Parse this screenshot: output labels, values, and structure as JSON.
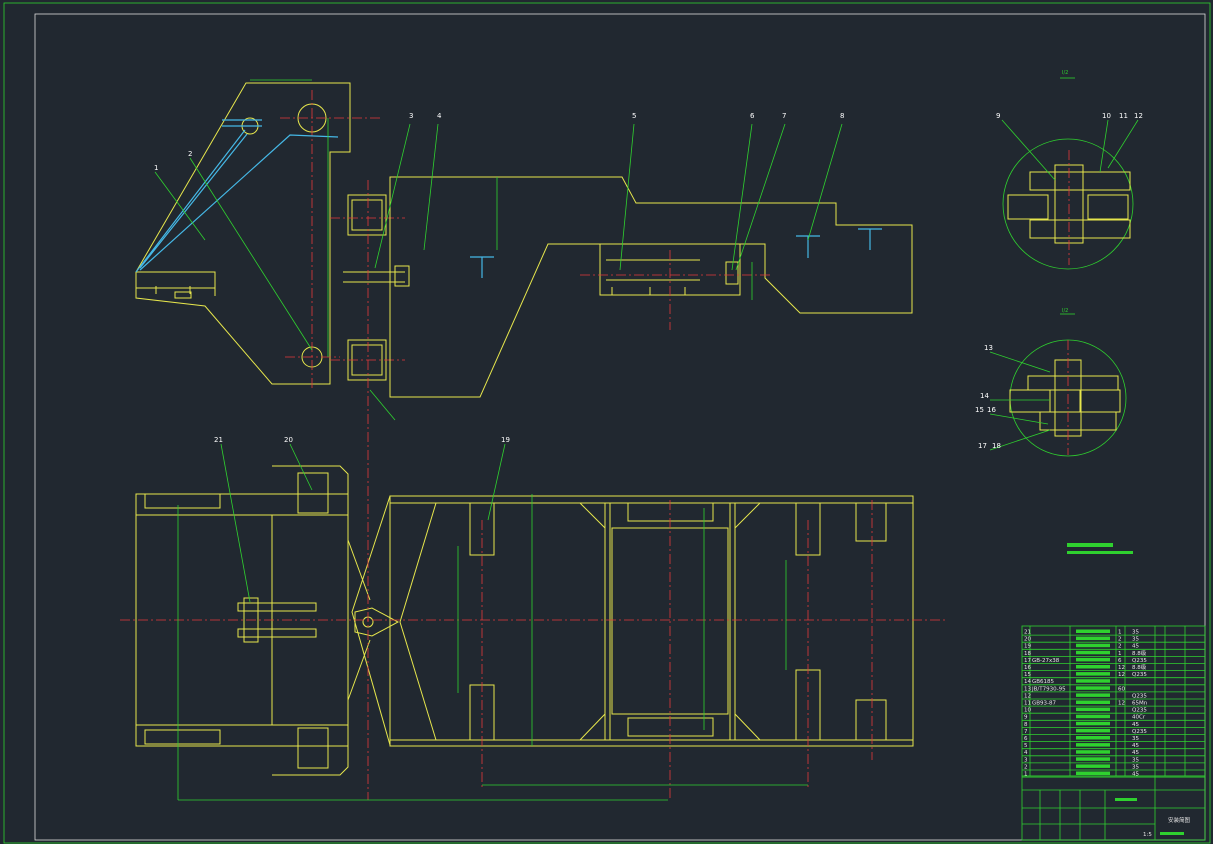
{
  "drawing": {
    "colors": {
      "background": "#212830",
      "outline": "#e6e64c",
      "dimension": "#2fd12f",
      "centerline": "#e23a3a",
      "cylinder": "#45b8e6",
      "text": "#ffffff"
    },
    "part_labels": [
      "1",
      "2",
      "3",
      "4",
      "5",
      "6",
      "7",
      "8",
      "9",
      "10",
      "11",
      "12",
      "13",
      "14",
      "15",
      "16",
      "17",
      "18",
      "19",
      "20",
      "21"
    ],
    "detail_views": [
      {
        "id": "detail-upper",
        "label": "I/2"
      },
      {
        "id": "detail-lower",
        "label": "I/2"
      }
    ]
  },
  "title_block": {
    "drawing_name": "安装简图",
    "scale": "1:5"
  },
  "bom": {
    "rows": [
      {
        "no": "21",
        "code": "",
        "qty": "1",
        "material": "35"
      },
      {
        "no": "20",
        "code": "",
        "qty": "2",
        "material": "35"
      },
      {
        "no": "19",
        "code": "",
        "qty": "2",
        "material": "45"
      },
      {
        "no": "18",
        "code": "",
        "qty": "1",
        "material": "8.8级"
      },
      {
        "no": "17",
        "code": "GB-27x38",
        "qty": "6",
        "material": "Q235"
      },
      {
        "no": "16",
        "code": "",
        "qty": "12",
        "material": "8.8级"
      },
      {
        "no": "15",
        "code": "",
        "qty": "12",
        "material": "Q235"
      },
      {
        "no": "14",
        "code": "GB6185",
        "qty": "",
        "material": ""
      },
      {
        "no": "13",
        "code": "JB/T7930-95",
        "qty": "60",
        "material": ""
      },
      {
        "no": "12",
        "code": "",
        "qty": "",
        "material": "Q235"
      },
      {
        "no": "11",
        "code": "GB93-87",
        "qty": "12",
        "material": "65Mn"
      },
      {
        "no": "10",
        "code": "",
        "qty": "",
        "material": "Q235"
      },
      {
        "no": "9",
        "code": "",
        "qty": "",
        "material": "40Cr"
      },
      {
        "no": "8",
        "code": "",
        "qty": "",
        "material": "45"
      },
      {
        "no": "7",
        "code": "",
        "qty": "",
        "material": "Q235"
      },
      {
        "no": "6",
        "code": "",
        "qty": "",
        "material": "35"
      },
      {
        "no": "5",
        "code": "",
        "qty": "",
        "material": "45"
      },
      {
        "no": "4",
        "code": "",
        "qty": "",
        "material": "45"
      },
      {
        "no": "3",
        "code": "",
        "qty": "",
        "material": "35"
      },
      {
        "no": "2",
        "code": "",
        "qty": "",
        "material": "35"
      },
      {
        "no": "1",
        "code": "",
        "qty": "",
        "material": "45"
      }
    ]
  }
}
